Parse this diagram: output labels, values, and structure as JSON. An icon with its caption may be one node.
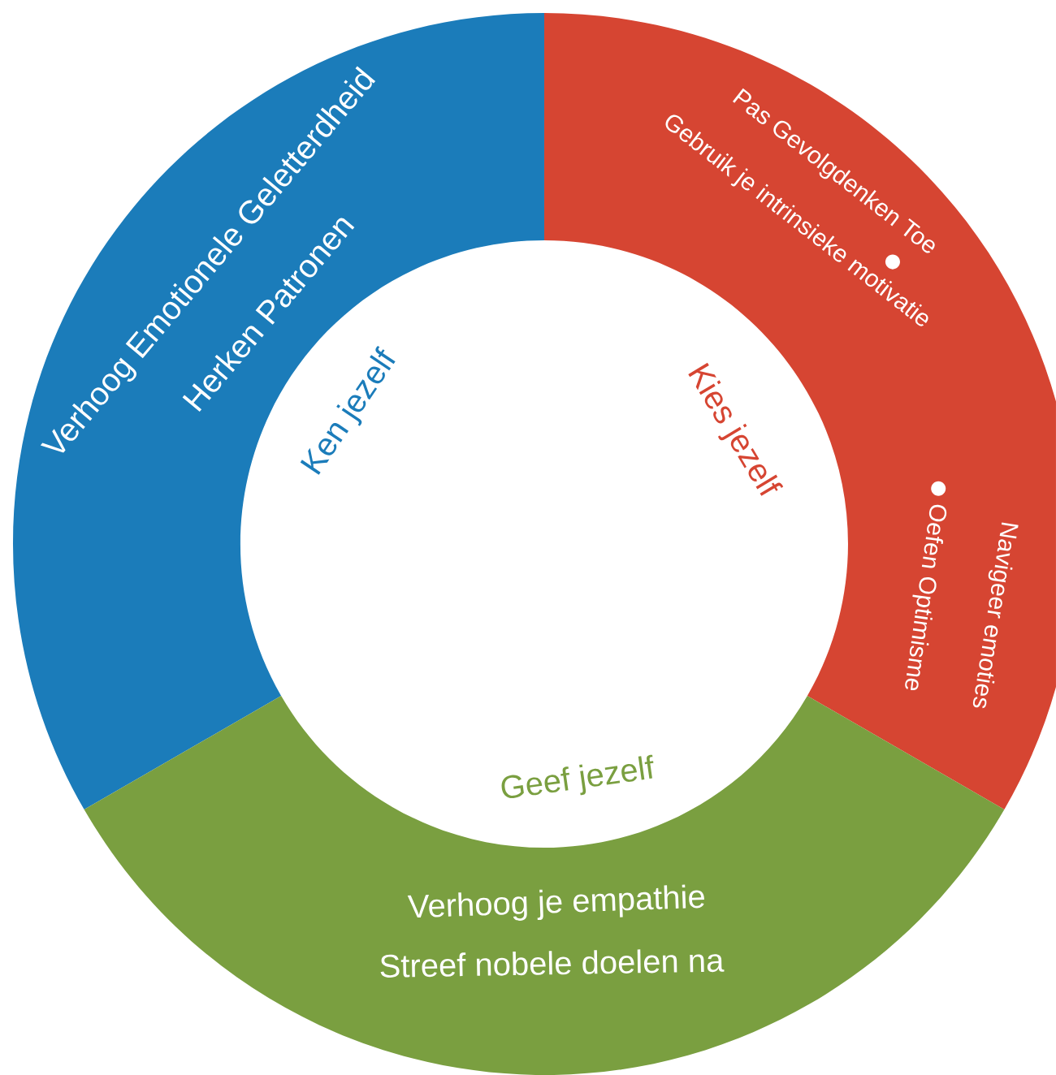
{
  "diagram": {
    "nodes": [
      {
        "text": [
          "Ken jezelf",
          "Verhoog Emotionele Geletterdheid",
          "Herken Patronen"
        ]
      },
      {
        "text": [
          "Kies jezelf",
          "Pas Gevolgdenken Toe",
          "Gebruik je intrinsieke motivatie",
          "Navigeer emoties",
          "Oefen Optimisme"
        ]
      },
      {
        "text": [
          "Geef jezelf",
          "Verhoog je empathie",
          "Streef nobele doelen na"
        ]
      }
    ]
  }
}
